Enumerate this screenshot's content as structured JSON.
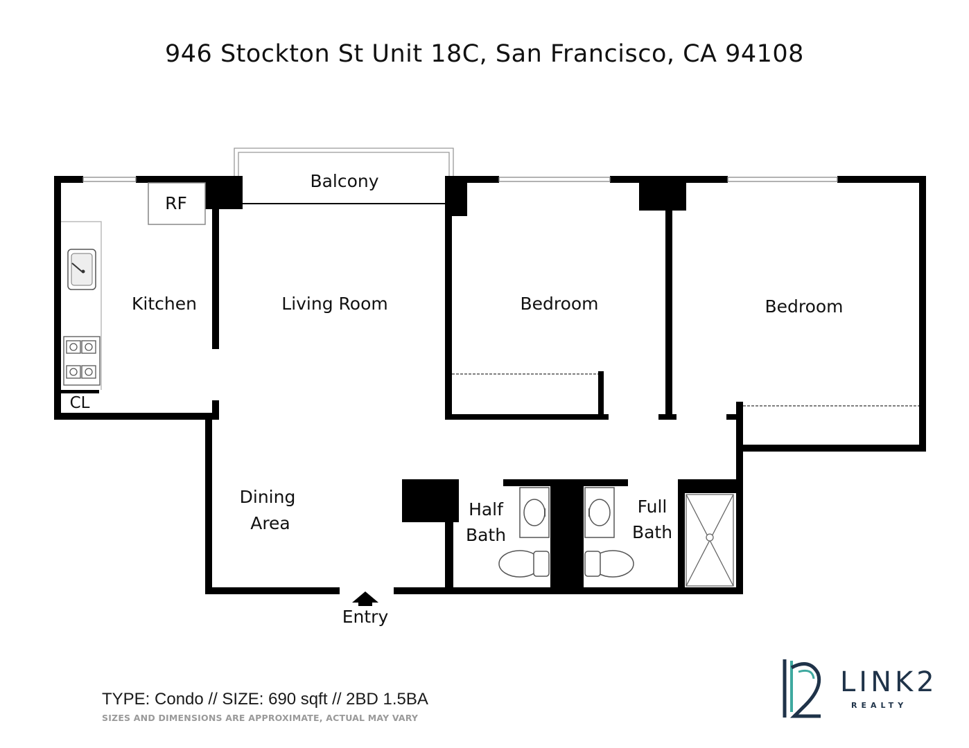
{
  "title": "946 Stockton St Unit 18C, San Francisco, CA 94108",
  "rooms": {
    "balcony": "Balcony",
    "rf": "RF",
    "kitchen": "Kitchen",
    "living_room": "Living Room",
    "bedroom_1": "Bedroom",
    "bedroom_2": "Bedroom",
    "cl": "CL",
    "dining_line1": "Dining",
    "dining_line2": "Area",
    "half_bath_line1": "Half",
    "half_bath_line2": "Bath",
    "full_bath_line1": "Full",
    "full_bath_line2": "Bath",
    "entry": "Entry"
  },
  "info": "TYPE: Condo // SIZE: 690 sqft // 2BD 1.5BA",
  "disclaimer": "SIZES AND DIMENSIONS ARE APPROXIMATE, ACTUAL MAY VARY",
  "logo": {
    "name": "LINK2",
    "sub": "REALTY",
    "mark": "L2",
    "colors": {
      "navy": "#1f3349",
      "teal": "#3fa9a0"
    }
  }
}
